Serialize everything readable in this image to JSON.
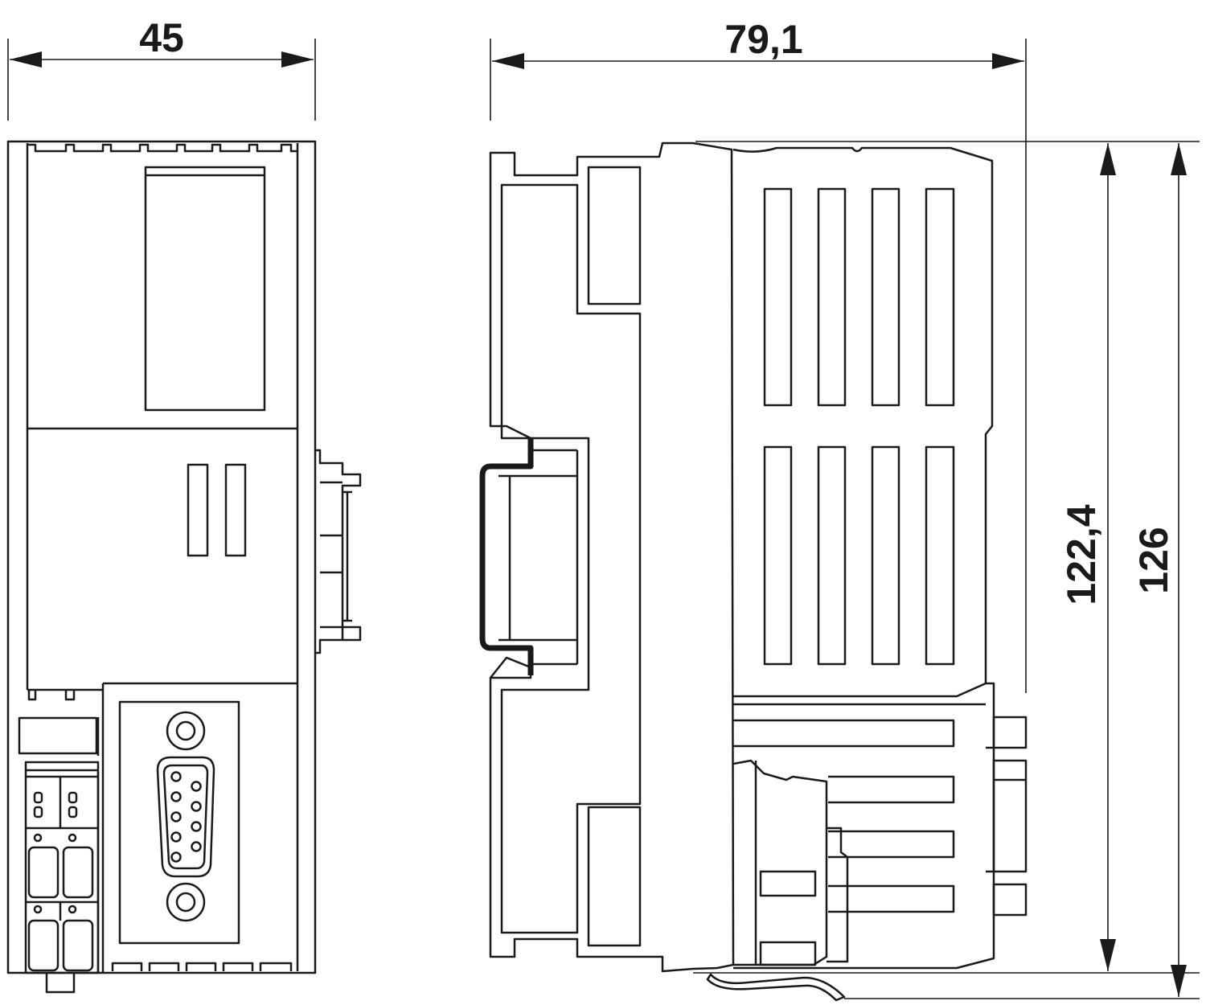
{
  "dimensions": {
    "front_width": "45",
    "side_depth": "79,1",
    "height_inner": "122,4",
    "height_outer": "126"
  },
  "colors": {
    "stroke": "#1a1a1a",
    "background": "#ffffff"
  }
}
